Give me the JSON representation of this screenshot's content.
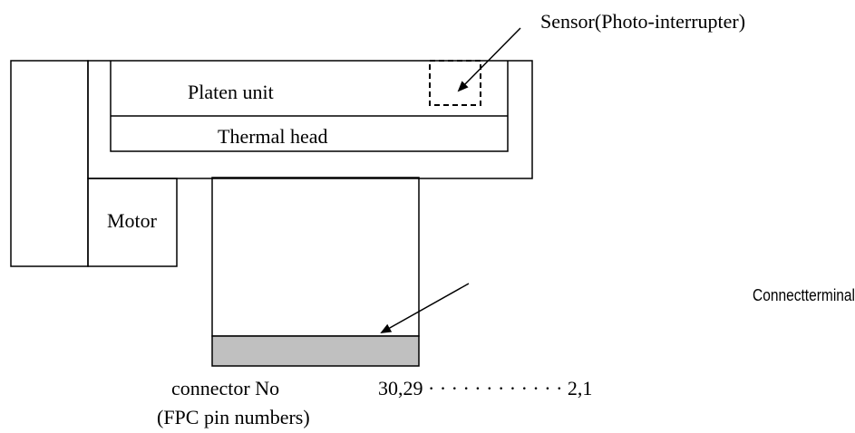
{
  "labels": {
    "sensor": "Sensor(Photo-interrupter)",
    "platen_unit": "Platen unit",
    "thermal_head": "Thermal head",
    "motor": "Motor",
    "connector_terminal": "Connectterminal",
    "connector_no": "connector No",
    "pin_sequence": "30,29 · · · · · · · · · · · · 2,1",
    "fpc_pin_numbers": "(FPC pin numbers)"
  },
  "colors": {
    "line": "#000000",
    "connector_fill": "#c0c0c0",
    "background": "#ffffff"
  }
}
